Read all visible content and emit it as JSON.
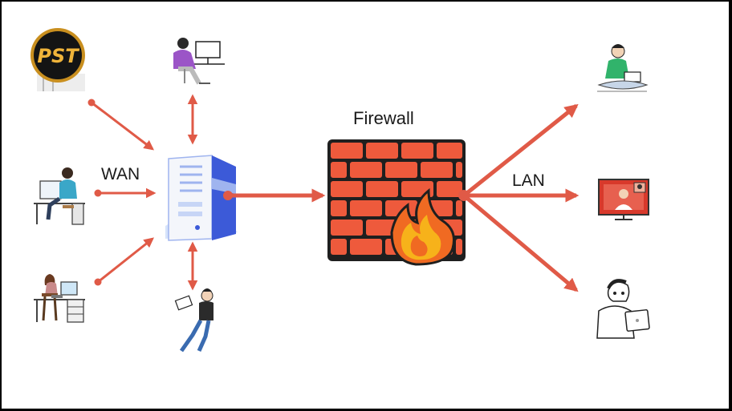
{
  "logo": {
    "text": "PST"
  },
  "labels": {
    "wan": "WAN",
    "firewall": "Firewall",
    "lan": "LAN"
  },
  "colors": {
    "arrow": "#e05a47",
    "brick": "#ee5a3c",
    "mortar": "#1f1f1f",
    "server_light": "#ffffff",
    "server_blue": "#3c5ad8",
    "server_mid": "#9fb4ef",
    "flame_outer": "#f7b21a",
    "flame_inner": "#f06a22",
    "person_purple": "#9b55c7",
    "person_teal": "#3aa7c8",
    "person_green": "#31b36b",
    "monitor_red": "#d8392b"
  },
  "icons": {
    "wan_users": [
      "person-at-desk-icon",
      "person-at-computer-icon",
      "person-at-office-desk-icon",
      "person-with-laptop-icon"
    ],
    "server": "server-icon",
    "firewall": "brick-wall-flame-icon",
    "lan_users": [
      "person-with-laptop-icon",
      "video-call-icon",
      "person-with-tablet-icon"
    ]
  }
}
